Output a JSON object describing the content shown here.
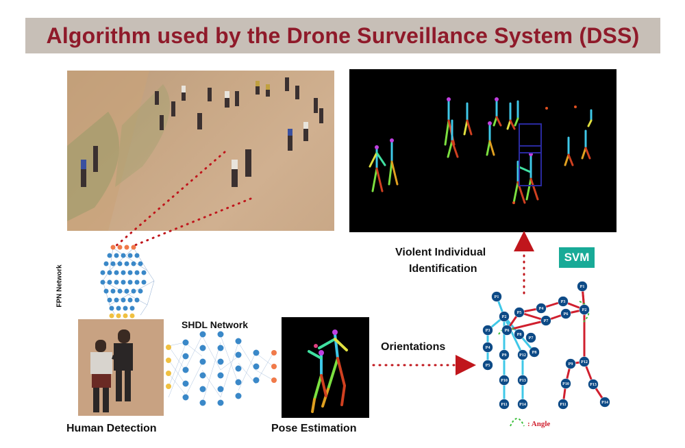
{
  "title": "Algorithm used by the Drone Surveillance System (DSS)",
  "labels": {
    "fpn_network": "FPN Network",
    "shdl_network": "SHDL Network",
    "human_detection": "Human Detection",
    "pose_estimation": "Pose Estimation",
    "orientations": "Orientations",
    "violent_line1": "Violent Individual",
    "violent_line2": "Identification",
    "svm": "SVM",
    "angle": ": Angle"
  },
  "skeleton_points": [
    "P1",
    "P2",
    "P3",
    "P4",
    "P5",
    "P6",
    "P7",
    "P8",
    "P9",
    "P10",
    "P11",
    "P12",
    "P13",
    "P14",
    "P1",
    "P2",
    "P3",
    "P4",
    "P5",
    "P6",
    "P7",
    "P8",
    "P9",
    "P10",
    "P11",
    "P12",
    "P13",
    "P14"
  ],
  "colors": {
    "title_text": "#8f1a2a",
    "title_bg": "#c7bfb7",
    "dotted_red": "#c0161c",
    "svm_bg": "#18aa97",
    "node_blue": "#3a88c8",
    "joint_navy": "#0d4a86",
    "limb_cyan": "#3fc8e8",
    "limb_red": "#d01f2e",
    "angle_green": "#3bbf3b"
  }
}
